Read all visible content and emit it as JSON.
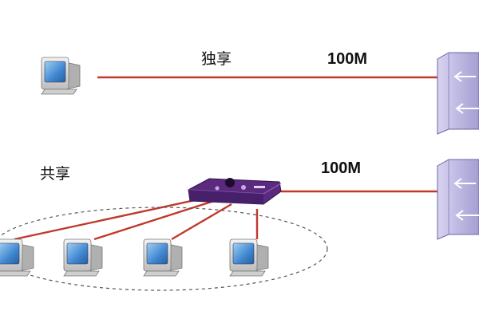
{
  "labels": {
    "dedicated": "独享",
    "shared": "共享",
    "speed_top": "100M",
    "speed_bottom": "100M"
  },
  "icons": {
    "computer": "computer-icon",
    "hub": "hub-icon",
    "switch": "switch-icon"
  },
  "colors": {
    "link": "#c0392b",
    "hub_body": "#5b2a7e",
    "switch_body": "#b9b3dc",
    "monitor_frame": "#d9d9d9",
    "monitor_screen": "#3b7fc4",
    "dashed_ellipse": "#555555"
  }
}
